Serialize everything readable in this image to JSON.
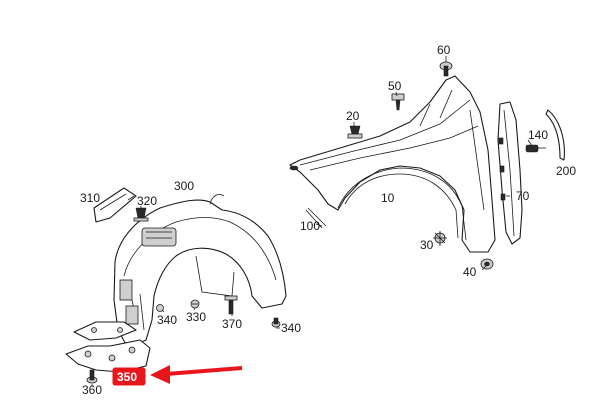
{
  "callouts": {
    "c10": "10",
    "c20": "20",
    "c30": "30",
    "c40": "40",
    "c50": "50",
    "c60": "60",
    "c70": "70",
    "c100": "100",
    "c140": "140",
    "c200": "200",
    "c300": "300",
    "c310": "310",
    "c320": "320",
    "c330": "330",
    "c340a": "340",
    "c340b": "340",
    "c350": "350",
    "c360": "360",
    "c370": "370"
  },
  "highlight": {
    "color": "#e8161b"
  }
}
